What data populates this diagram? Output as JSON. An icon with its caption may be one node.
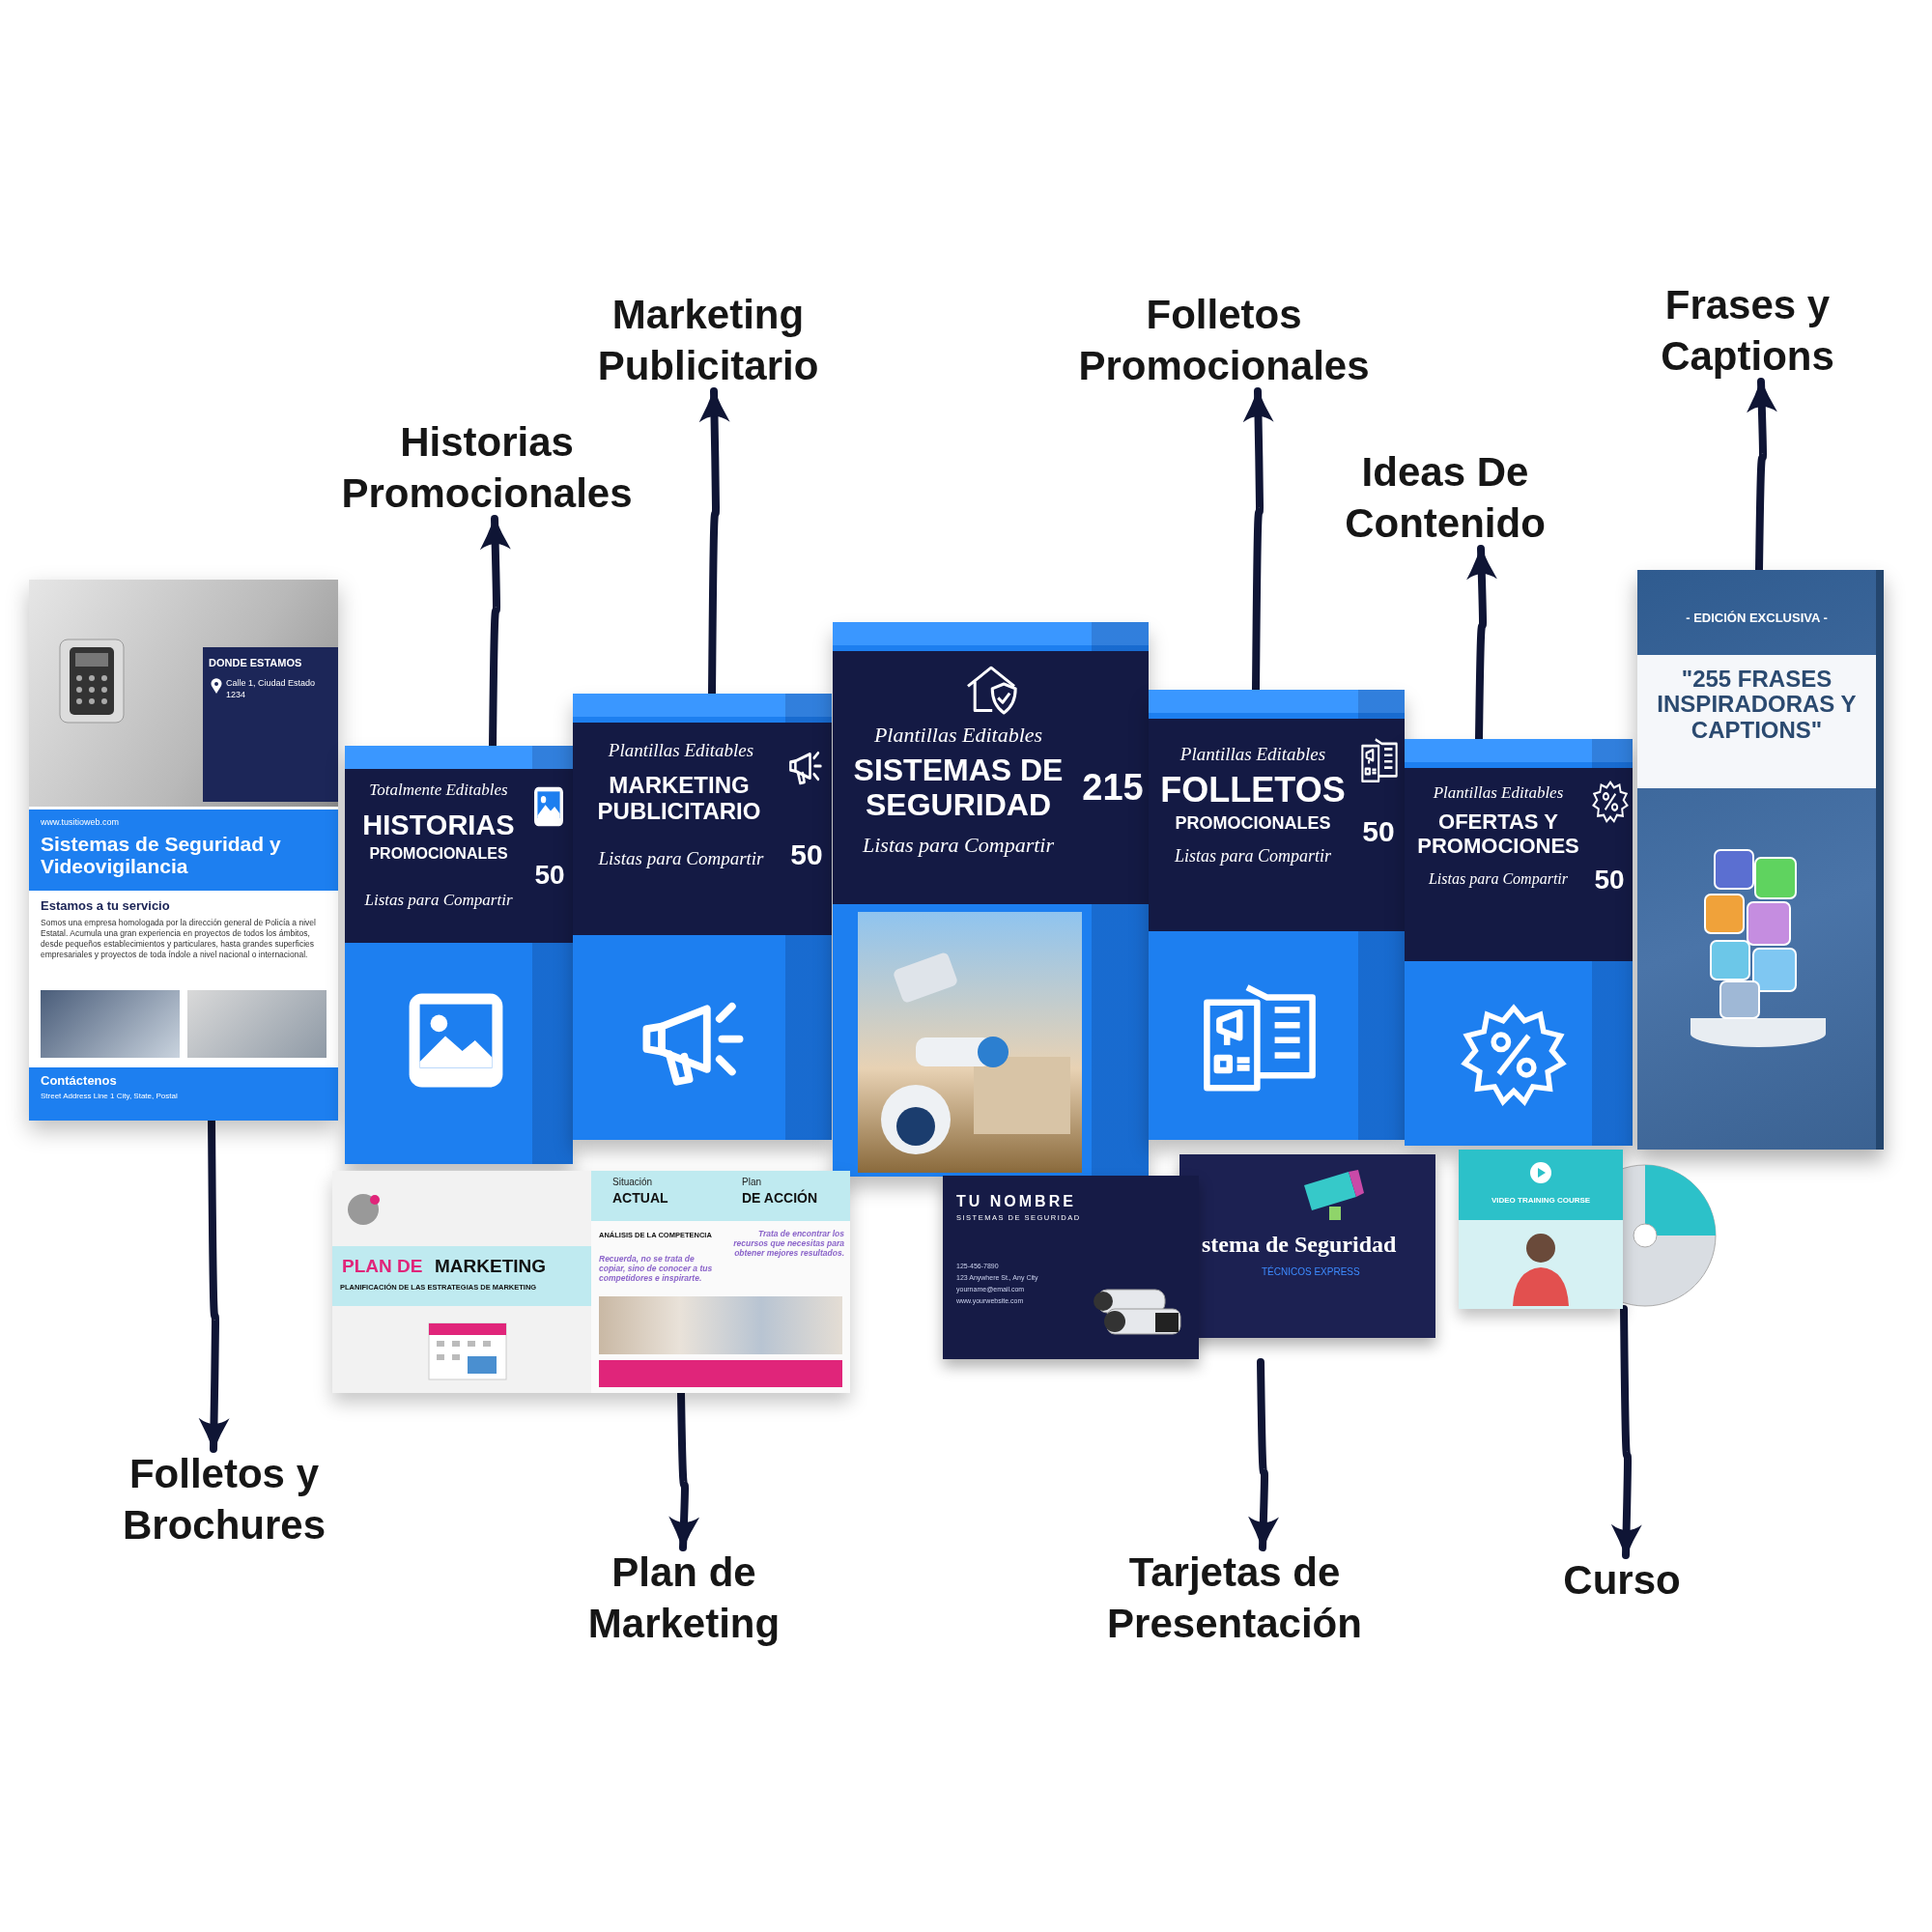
{
  "diagram": {
    "nodes": [
      {
        "text": [
          "Historias Promocionales"
        ]
      },
      {
        "text": [
          "Marketing Publicitario"
        ]
      },
      {
        "text": [
          "Folletos Promocionales"
        ]
      },
      {
        "text": [
          "Ideas De Contenido"
        ]
      },
      {
        "text": [
          "Frases y Captions"
        ]
      },
      {
        "text": [
          "DONDE ESTAMOS",
          "Calle 1, Ciudad Estado 1234",
          "www.tusitioweb.com",
          "Sistemas de Seguridad y Videovigilancia",
          "Estamos a tu servicio",
          "Somos una empresa homologada por la dirección general de Policía a nivel Estatal. Acumula una gran experiencia en proyectos de todos los ámbitos, desde pequeños establecimientos y particulares, hasta grandes superficies empresariales y proyectos de toda índole a nivel nacional o internacional.",
          "Contáctenos",
          "Street Address Line 1 City, State, Postal"
        ]
      },
      {
        "text": [
          "Totalmente Editables",
          "HISTORIAS",
          "PROMOCIONALES",
          "50",
          "Listas para Compartir"
        ]
      },
      {
        "text": [
          "Plantillas Editables",
          "MARKETING PUBLICITARIO",
          "50",
          "Listas para Compartir"
        ]
      },
      {
        "text": [
          "Plantillas Editables",
          "SISTEMAS DE SEGURIDAD",
          "215",
          "Listas para Compartir"
        ]
      },
      {
        "text": [
          "Plantillas Editables",
          "FOLLETOS",
          "PROMOCIONALES",
          "50",
          "Listas para Compartir"
        ]
      },
      {
        "text": [
          "Plantillas Editables",
          "OFERTAS Y PROMOCIONES",
          "50",
          "Listas para Compartir"
        ]
      },
      {
        "text": [
          "- EDICIÓN EXCLUSIVA -",
          "\"255 FRASES INSPIRADORAS Y CAPTIONS\""
        ]
      },
      {
        "text": [
          "PLAN DE",
          "MARKETING",
          "PLANIFICACIÓN DE LAS ESTRATEGIAS DE MARKETING",
          "Situación",
          "ACTUAL",
          "Plan",
          "DE ACCIÓN",
          "ANÁLISIS DE LA COMPETENCIA",
          "Recuerda, no se trata de copiar, sino de conocer a tus competidores e inspirarte.",
          "Trata de encontrar los recursos que necesitas para obtener mejores resultados."
        ]
      },
      {
        "text": [
          "TU NOMBRE",
          "SISTEMAS DE SEGURIDAD",
          "125-456-7890",
          "123 Anywhere St., Any City",
          "yourname@email.com",
          "www.yourwebsite.com",
          "stema de Seguridad",
          "TÉCNICOS EXPRESS"
        ]
      },
      {
        "text": [
          "VIDEO TRAINING COURSE"
        ]
      },
      {
        "text": [
          "Folletos y Brochures"
        ]
      },
      {
        "text": [
          "Plan de Marketing"
        ]
      },
      {
        "text": [
          "Tarjetas de Presentación"
        ]
      },
      {
        "text": [
          "Curso"
        ]
      }
    ],
    "edges": [
      {
        "from": 6,
        "to": 0,
        "arrow": "to"
      },
      {
        "from": 7,
        "to": 1,
        "arrow": "to"
      },
      {
        "from": 9,
        "to": 2,
        "arrow": "to"
      },
      {
        "from": 10,
        "to": 3,
        "arrow": "to"
      },
      {
        "from": 11,
        "to": 4,
        "arrow": "to"
      },
      {
        "from": 5,
        "to": 15,
        "arrow": "to"
      },
      {
        "from": 12,
        "to": 16,
        "arrow": "to"
      },
      {
        "from": 13,
        "to": 17,
        "arrow": "to"
      },
      {
        "from": 14,
        "to": 18,
        "arrow": "to"
      }
    ]
  }
}
